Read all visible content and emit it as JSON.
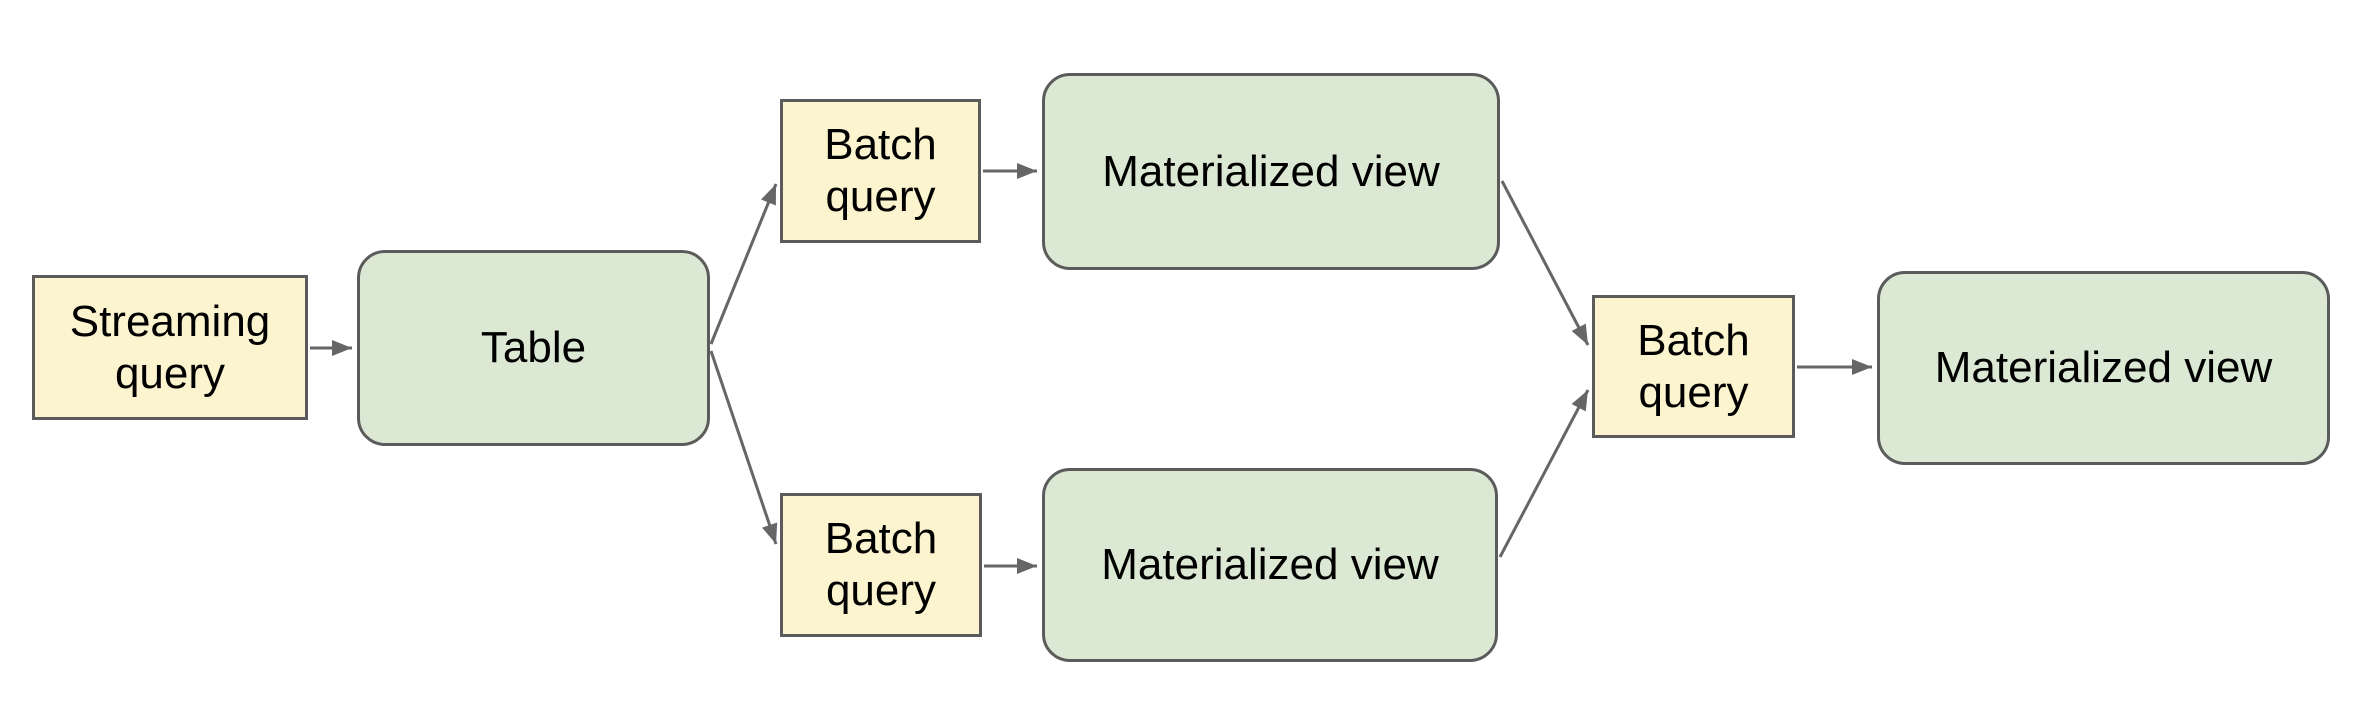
{
  "diagram": {
    "background": "#ffffff",
    "colors": {
      "query_fill": "#fcf3cf",
      "data_fill": "#dbe8d4",
      "border": "#5b5b5b",
      "arrow": "#666666",
      "text": "#000000"
    },
    "nodes": {
      "streaming_query": {
        "label": "Streaming query",
        "shape": "rectangle",
        "kind": "query"
      },
      "table": {
        "label": "Table",
        "shape": "rounded-rectangle",
        "kind": "data"
      },
      "batch_query_top": {
        "label": "Batch query",
        "shape": "rectangle",
        "kind": "query"
      },
      "materialized_view_top": {
        "label": "Materialized view",
        "shape": "rounded-rectangle",
        "kind": "data"
      },
      "batch_query_bottom": {
        "label": "Batch query",
        "shape": "rectangle",
        "kind": "query"
      },
      "materialized_view_bottom": {
        "label": "Materialized view",
        "shape": "rounded-rectangle",
        "kind": "data"
      },
      "batch_query_right": {
        "label": "Batch query",
        "shape": "rectangle",
        "kind": "query"
      },
      "materialized_view_final": {
        "label": "Materialized view",
        "shape": "rounded-rectangle",
        "kind": "data"
      }
    },
    "edges": [
      {
        "from": "streaming_query",
        "to": "table"
      },
      {
        "from": "table",
        "to": "batch_query_top"
      },
      {
        "from": "table",
        "to": "batch_query_bottom"
      },
      {
        "from": "batch_query_top",
        "to": "materialized_view_top"
      },
      {
        "from": "batch_query_bottom",
        "to": "materialized_view_bottom"
      },
      {
        "from": "materialized_view_top",
        "to": "batch_query_right"
      },
      {
        "from": "materialized_view_bottom",
        "to": "batch_query_right"
      },
      {
        "from": "batch_query_right",
        "to": "materialized_view_final"
      }
    ]
  }
}
